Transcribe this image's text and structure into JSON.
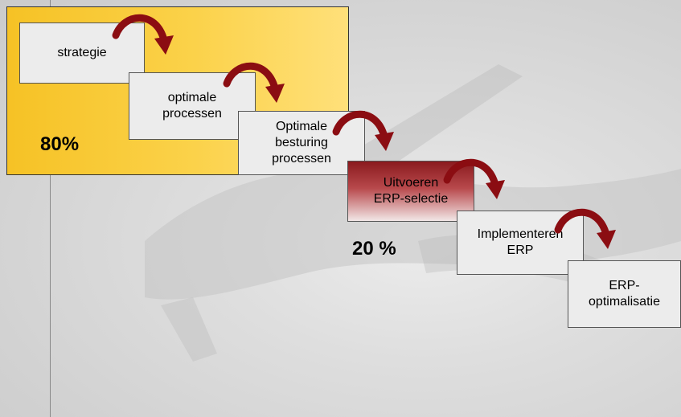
{
  "steps": [
    {
      "label": "strategie"
    },
    {
      "label": "optimale\nprocessen"
    },
    {
      "label": "Optimale\nbesturing\nprocessen"
    },
    {
      "label": "Uitvoeren\nERP-selectie"
    },
    {
      "label": "Implementeren\nERP"
    },
    {
      "label": "ERP-\noptimalisatie"
    }
  ],
  "percentages": {
    "high": "80%",
    "low": "20 %"
  },
  "colors": {
    "panel": "#f6c225",
    "arrow": "#8b0d12",
    "active_box": "#8a1a1e"
  },
  "icons": [
    "curved-arrow-icon"
  ]
}
